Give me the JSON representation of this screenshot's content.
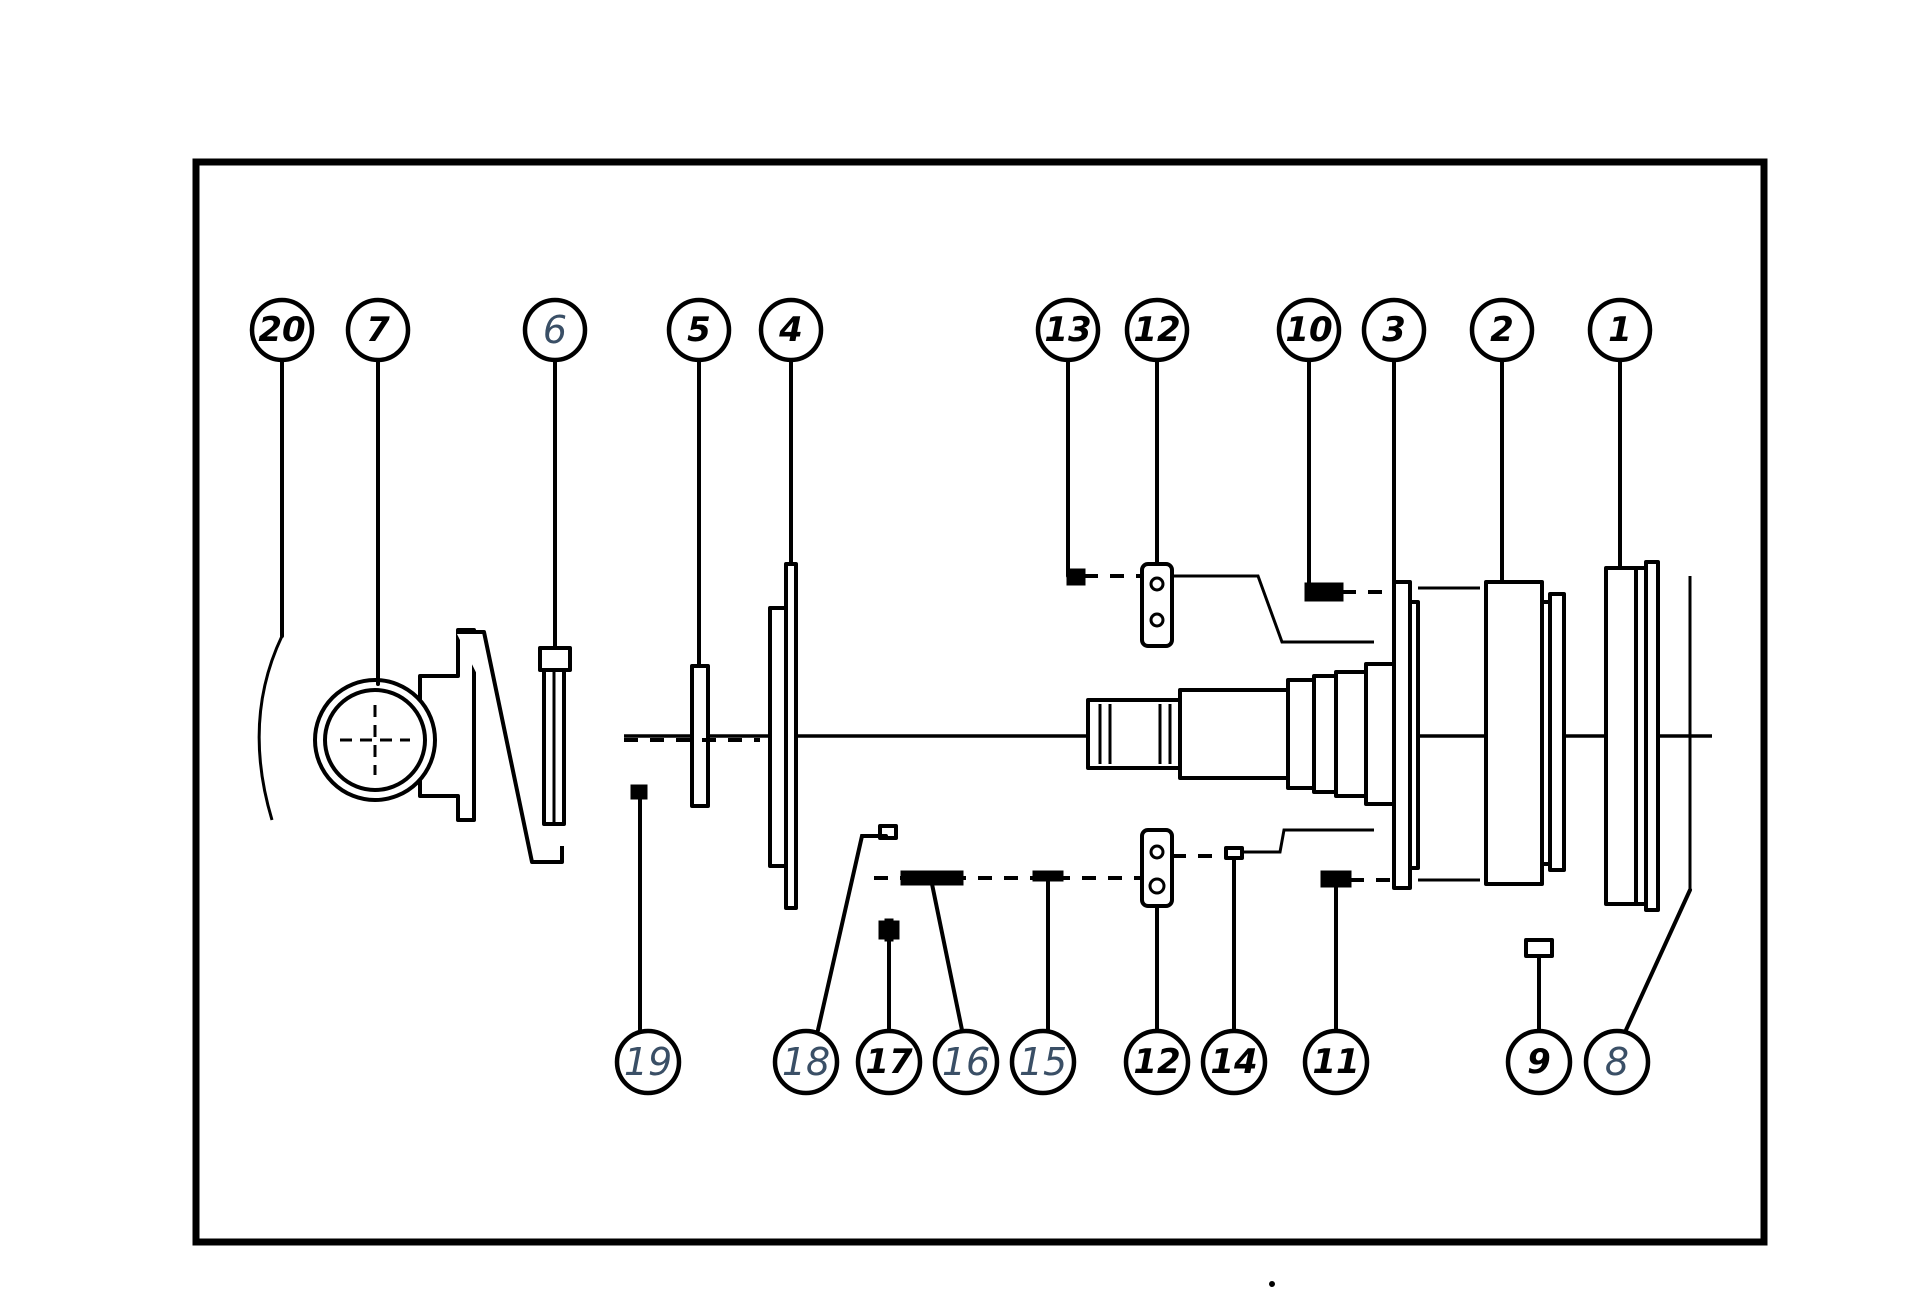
{
  "callouts_top": [
    {
      "label": "20",
      "style": "bold"
    },
    {
      "label": "7",
      "style": "bold"
    },
    {
      "label": "6",
      "style": "handwritten"
    },
    {
      "label": "5",
      "style": "bold"
    },
    {
      "label": "4",
      "style": "bold"
    },
    {
      "label": "13",
      "style": "bold"
    },
    {
      "label": "12",
      "style": "bold"
    },
    {
      "label": "10",
      "style": "bold"
    },
    {
      "label": "3",
      "style": "bold"
    },
    {
      "label": "2",
      "style": "bold"
    },
    {
      "label": "1",
      "style": "bold"
    }
  ],
  "callouts_bottom": [
    {
      "label": "19",
      "style": "handwritten"
    },
    {
      "label": "18",
      "style": "handwritten"
    },
    {
      "label": "17",
      "style": "bold"
    },
    {
      "label": "16",
      "style": "handwritten"
    },
    {
      "label": "15",
      "style": "handwritten"
    },
    {
      "label": "12",
      "style": "bold"
    },
    {
      "label": "14",
      "style": "bold"
    },
    {
      "label": "11",
      "style": "bold"
    },
    {
      "label": "9",
      "style": "bold"
    },
    {
      "label": "8",
      "style": "handwritten"
    }
  ],
  "colors": {
    "line": "#000000",
    "background": "#ffffff",
    "handwritten_ink": "#3a4f66"
  }
}
